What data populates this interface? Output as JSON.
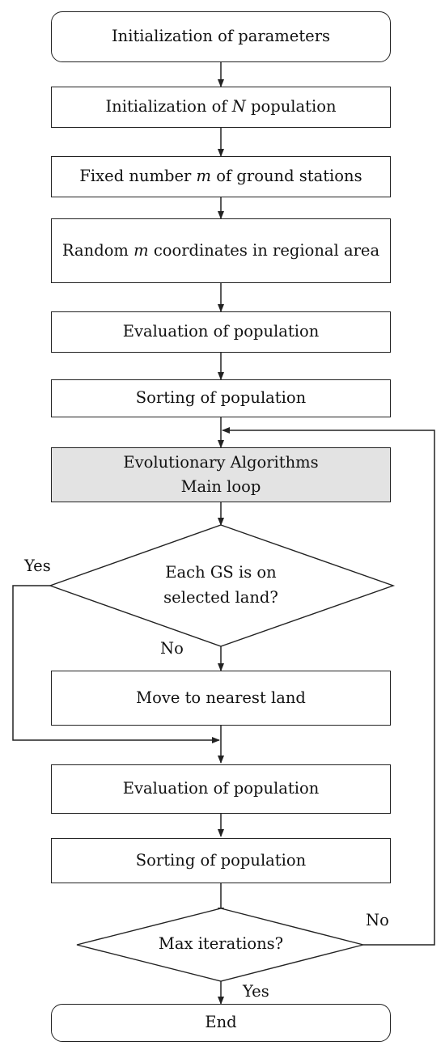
{
  "steps": {
    "init_params": "Initialization of parameters",
    "init_pop": {
      "before": "Initialization of ",
      "var": "N",
      "after": " population"
    },
    "fixed_gs": {
      "before": "Fixed number ",
      "var": "m",
      "after": " of ground stations"
    },
    "random_coords": {
      "before": "Random ",
      "var": "m",
      "after": " coordinates in regional area"
    },
    "eval_pop_1": "Evaluation of population",
    "sort_pop_1": "Sorting of population",
    "ea_main_loop": {
      "line1": "Evolutionary Algorithms",
      "line2": "Main loop"
    },
    "move_nearest_land": "Move to nearest land",
    "eval_pop_2": "Evaluation of population",
    "sort_pop_2": "Sorting of population",
    "end": "End"
  },
  "decisions": {
    "gs_on_land": {
      "line1": "Each GS is on",
      "line2": "selected land?"
    },
    "max_iterations": "Max iterations?"
  },
  "edge_labels": {
    "gs_yes": "Yes",
    "gs_no": "No",
    "max_no": "No",
    "max_yes": "Yes"
  },
  "colors": {
    "stroke": "#222222",
    "shaded_fill": "#e3e3e3",
    "background": "#ffffff"
  }
}
